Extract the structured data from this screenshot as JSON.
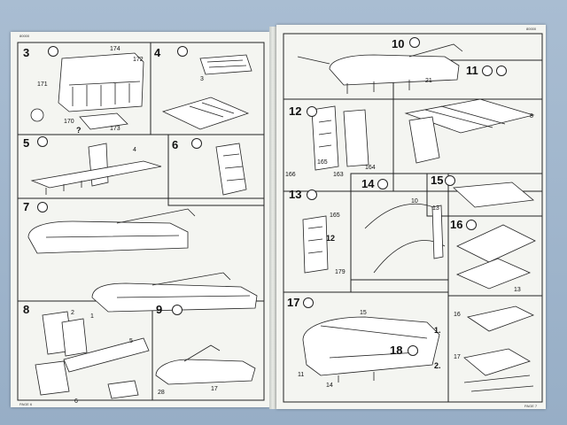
{
  "left_page": {
    "header_code": "80000",
    "footer": "PAGE 6",
    "steps": [
      {
        "num": "3",
        "parts": [
          "174",
          "172",
          "171",
          "173",
          "170",
          "?"
        ]
      },
      {
        "num": "4",
        "parts": [
          "3"
        ]
      },
      {
        "num": "5",
        "parts": [
          "4"
        ]
      },
      {
        "num": "6",
        "parts": []
      },
      {
        "num": "7",
        "parts": []
      },
      {
        "num": "8",
        "parts": [
          "2",
          "1",
          "5",
          "6"
        ]
      },
      {
        "num": "9",
        "parts": [
          "17",
          "28"
        ]
      }
    ]
  },
  "right_page": {
    "header_code": "80000",
    "footer": "PAGE 7",
    "steps": [
      {
        "num": "10",
        "parts": [
          "21"
        ]
      },
      {
        "num": "11",
        "parts": [
          "8"
        ]
      },
      {
        "num": "12",
        "parts": [
          "166",
          "165",
          "164",
          "163"
        ]
      },
      {
        "num": "13",
        "parts": [
          "165",
          "12",
          "179"
        ]
      },
      {
        "num": "14",
        "parts": [
          "10",
          "13"
        ]
      },
      {
        "num": "15",
        "parts": []
      },
      {
        "num": "16",
        "parts": [
          "13"
        ]
      },
      {
        "num": "17",
        "parts": [
          "15",
          "11",
          "14"
        ]
      },
      {
        "num": "18",
        "parts": [
          "1.",
          "2.",
          "16",
          "17"
        ]
      }
    ]
  }
}
